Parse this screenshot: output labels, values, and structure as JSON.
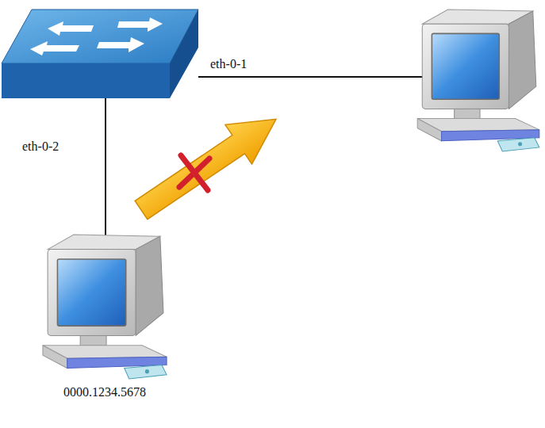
{
  "diagram": {
    "nodes": [
      {
        "text": []
      },
      {
        "text": []
      },
      {
        "text": [
          "0000.1234.5678"
        ]
      }
    ],
    "edges": [
      {
        "from": 0,
        "to": 1,
        "arrow": "none"
      },
      {
        "from": 0,
        "to": 2,
        "arrow": "none"
      }
    ],
    "labels": [
      "eth-0-1",
      "eth-0-2"
    ]
  }
}
